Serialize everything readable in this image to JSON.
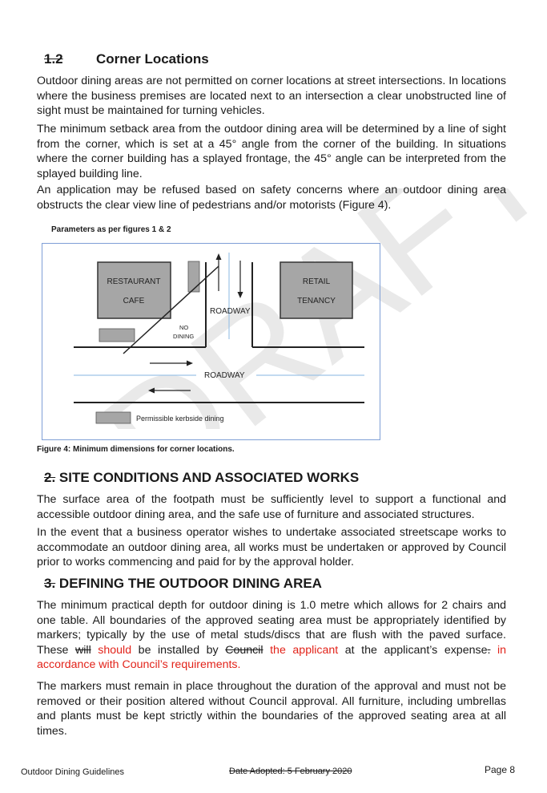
{
  "watermark": "DRAFT",
  "section_1_2": {
    "number": "1.2",
    "title": "Corner Locations",
    "para1": "Outdoor dining areas are not permitted on corner locations at street intersections. In locations where the business premises are located next to an intersection a clear unobstructed line of sight must be maintained for turning vehicles.",
    "para2": "The minimum setback area from the outdoor dining area will be determined by a line of sight from the corner, which is set at a 45° angle from the corner of the building. In situations where the corner building has a splayed frontage, the 45° angle can be interpreted from the splayed building line.",
    "para3": "An application may be refused based on safety concerns where an outdoor dining area obstructs the clear view line of pedestrians and/or motorists (Figure 4)."
  },
  "figure": {
    "caption_top": "Parameters as per figures 1 & 2",
    "restaurant_line1": "RESTAURANT",
    "restaurant_line2": "CAFE",
    "retail_line1": "RETAIL",
    "retail_line2": "TENANCY",
    "roadway_vertical": "ROADWAY",
    "roadway_horizontal": "ROADWAY",
    "no_dining_line1": "NO",
    "no_dining_line2": "DINING",
    "legend_label": "Permissible kerbside dining",
    "caption_bottom": "Figure 4: Minimum dimensions for corner locations.",
    "colors": {
      "building": "#a6a6a6",
      "kerbside": "#a6a6a6",
      "frame": "#7f9fd6",
      "centerline": "#9dc3e6"
    }
  },
  "section_2": {
    "number": "2.",
    "title": "SITE CONDITIONS AND ASSOCIATED WORKS",
    "para1": "The surface area of the footpath must be sufficiently level to support a functional and accessible outdoor dining area, and the safe use of furniture and associated structures.",
    "para2": "In the event that a business operator wishes to undertake associated streetscape works to accommodate an outdoor dining area, all works must be undertaken or approved by Council prior to works commencing and paid for by the approval holder."
  },
  "section_3": {
    "number": "3.",
    "title": "DEFINING THE OUTDOOR DINING AREA",
    "para1_a": "The minimum practical depth for outdoor dining is 1.0 metre which allows for 2 chairs and one table. All boundaries of the approved seating area must be appropriately identified by markers; typically by the use of metal studs/discs that are flush with the paved surface. These ",
    "para1_del1": "will",
    "para1_ins1": " should",
    "para1_b": " be installed by ",
    "para1_del2": "Council",
    "para1_ins2": " the applicant",
    "para1_c": " at the applicant’s expense",
    "para1_del3": ".",
    "para1_ins3": " in accordance with Council’s requirements.",
    "para2": "The markers must remain in place throughout the duration of the approval and must not be removed or their position altered without Council approval. All furniture, including umbrellas and plants must be kept strictly within the boundaries of the approved seating area at all times."
  },
  "footer": {
    "left": "Outdoor Dining Guidelines",
    "middle": "Date Adopted: 5 February 2020",
    "right": "Page 8"
  }
}
